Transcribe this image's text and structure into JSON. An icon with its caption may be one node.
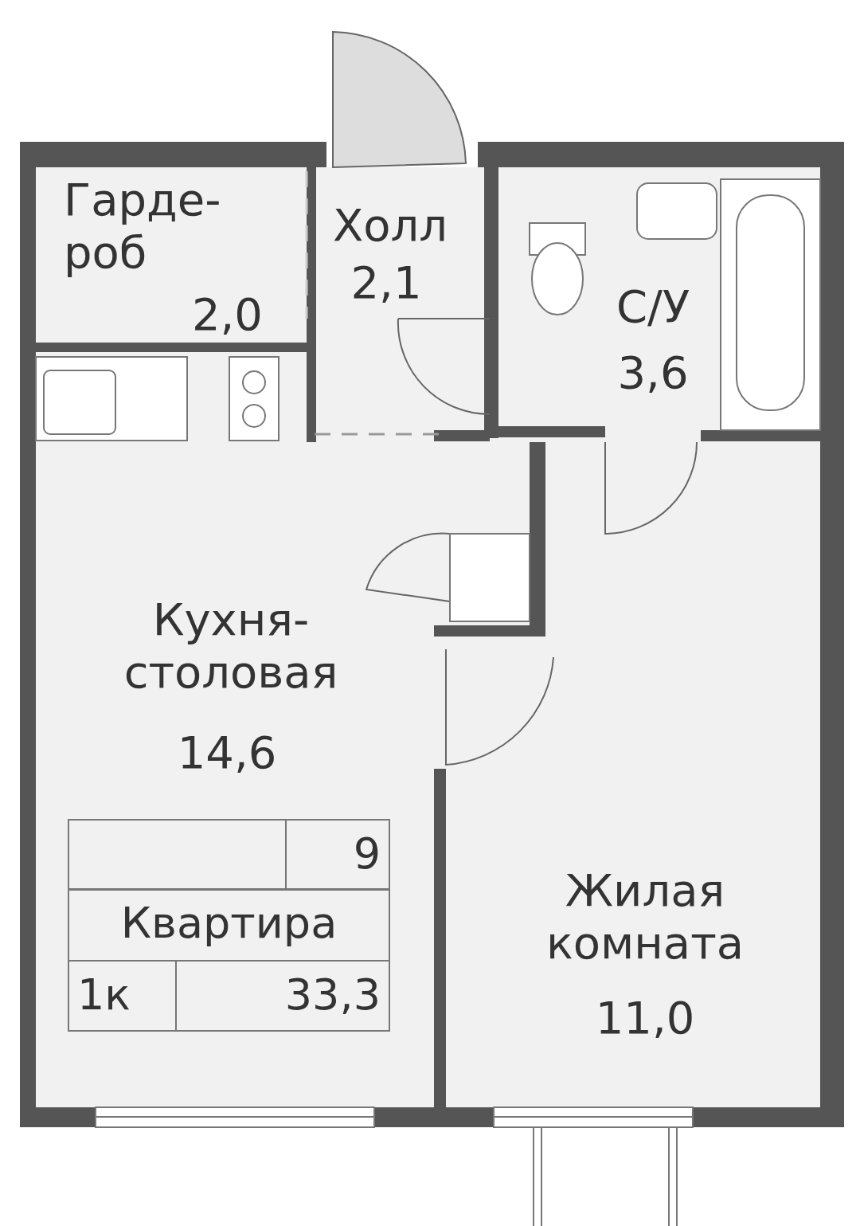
{
  "diagram": {
    "nodes": [
      {
        "text": [
          "Гарде- роб",
          "2,0"
        ]
      },
      {
        "text": [
          "Холл",
          "2,1"
        ]
      },
      {
        "text": [
          "С/У",
          "3,6"
        ]
      },
      {
        "text": [
          "Кухня- столовая",
          "14,6"
        ]
      },
      {
        "text": [
          "Жилая комната",
          "11,0"
        ]
      }
    ],
    "labels": [
      "9",
      "Квартира",
      "1к",
      "33,3"
    ]
  }
}
